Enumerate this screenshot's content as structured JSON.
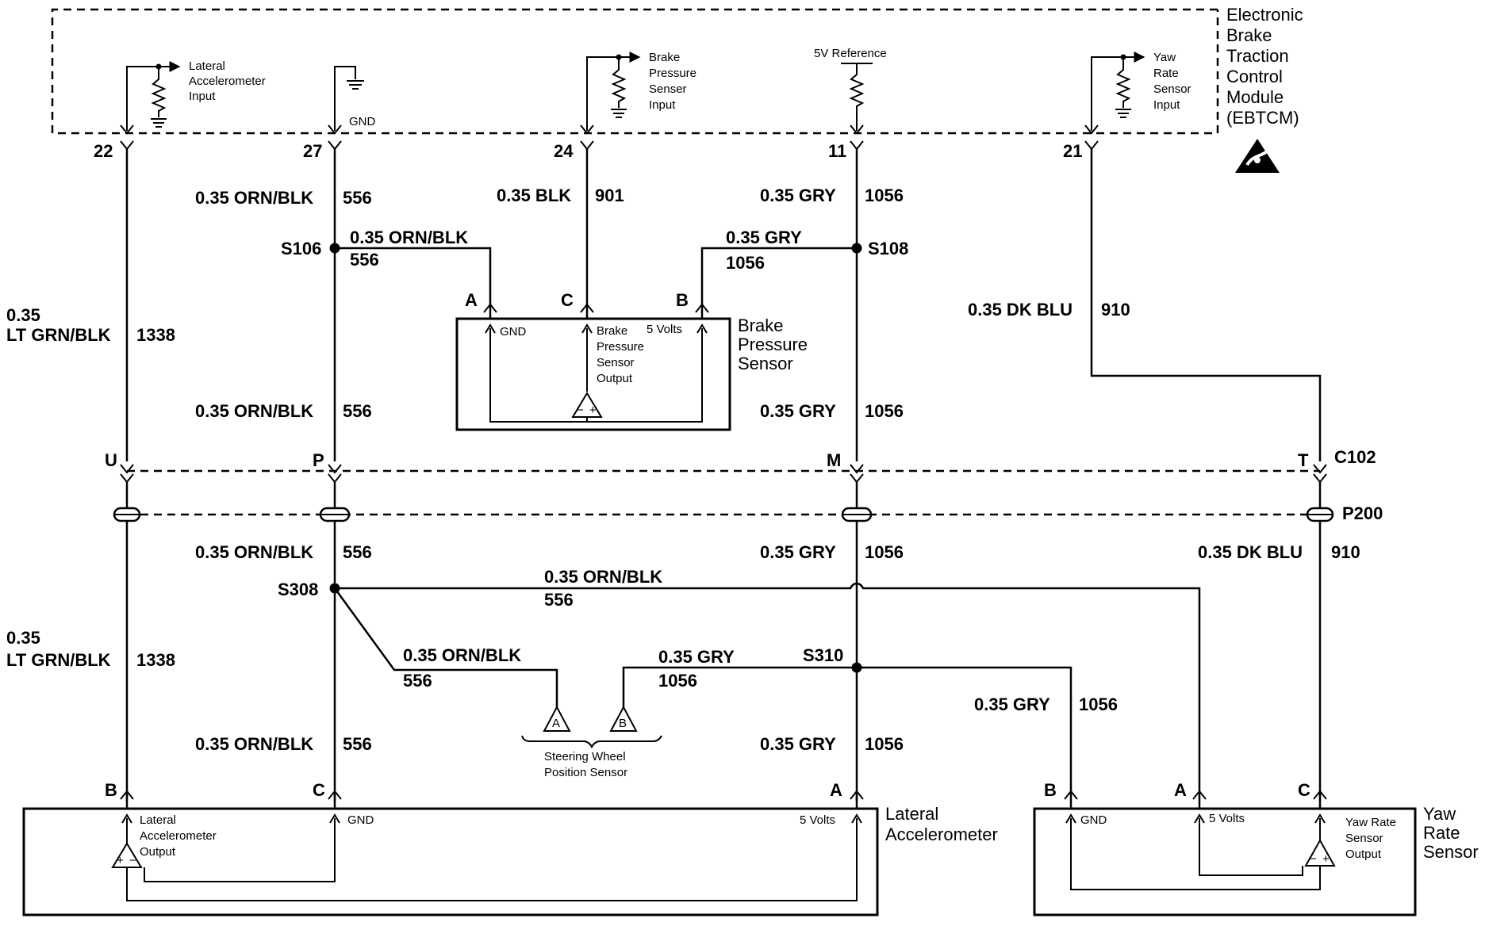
{
  "module": {
    "name_lines": [
      "Electronic",
      "Brake",
      "Traction",
      "Control",
      "Module",
      "(EBTCM)"
    ],
    "inputs": {
      "lateral": [
        "Lateral",
        "Accelerometer",
        "Input"
      ],
      "gnd": "GND",
      "brake_pressure": [
        "Brake",
        "Pressure",
        "Senser",
        "Input"
      ],
      "reference": "5V Reference",
      "yaw": [
        "Yaw",
        "Rate",
        "Sensor",
        "Input"
      ]
    },
    "pins": [
      "22",
      "27",
      "24",
      "11",
      "21"
    ]
  },
  "upper_wires": {
    "w27": [
      "0.35 ORN/BLK",
      "556"
    ],
    "w24": [
      "0.35 BLK",
      "901"
    ],
    "w11": [
      "0.35 GRY",
      "1056"
    ],
    "w22": [
      "0.35",
      "LT GRN/BLK",
      "1338"
    ],
    "w21": [
      "0.35 DK BLU",
      "910"
    ],
    "s106_branch": [
      "0.35 ORN/BLK",
      "556"
    ],
    "s108_branch": [
      "0.35 GRY",
      "1056"
    ],
    "w27_lower": [
      "0.35 ORN/BLK",
      "556"
    ],
    "w11_lower": [
      "0.35 GRY",
      "1056"
    ]
  },
  "splices": [
    "S106",
    "S108",
    "S308",
    "S310"
  ],
  "brake_sensor": {
    "pins": [
      "A",
      "C",
      "B"
    ],
    "gnd": "GND",
    "output": [
      "Brake",
      "Pressure",
      "Sensor",
      "Output"
    ],
    "volts": "5 Volts",
    "name": [
      "Brake",
      "Pressure",
      "Sensor"
    ]
  },
  "connectors": {
    "c102": "C102",
    "p200": "P200",
    "c102_pins": [
      "U",
      "P",
      "M",
      "T"
    ]
  },
  "lower_wires": {
    "w556": [
      "0.35 ORN/BLK",
      "556"
    ],
    "w1056": [
      "0.35 GRY",
      "1056"
    ],
    "w910": [
      "0.35 DK BLU",
      "910"
    ],
    "s308_yaw": [
      "0.35 ORN/BLK",
      "556"
    ],
    "s308_swps": [
      "0.35 ORN/BLK",
      "556"
    ],
    "s310_swps": [
      "0.35 GRY",
      "1056"
    ],
    "w1338": [
      "0.35",
      "LT GRN/BLK",
      "1338"
    ],
    "w556_bottom": [
      "0.35 ORN/BLK",
      "556"
    ],
    "w1056_bottom": [
      "0.35 GRY",
      "1056"
    ],
    "yaw_1056": [
      "0.35 GRY",
      "1056"
    ]
  },
  "steering_sensor": {
    "pins": [
      "A",
      "B"
    ],
    "name": [
      "Steering Wheel",
      "Position Sensor"
    ]
  },
  "lateral_accel": {
    "pins": [
      "B",
      "C",
      "A"
    ],
    "output": [
      "Lateral",
      "Accelerometer",
      "Output"
    ],
    "gnd": "GND",
    "volts": "5 Volts",
    "name": [
      "Lateral",
      "Accelerometer"
    ]
  },
  "yaw_sensor": {
    "pins": [
      "B",
      "A",
      "C"
    ],
    "gnd": "GND",
    "volts": "5 Volts",
    "output": [
      "Yaw Rate",
      "Sensor",
      "Output"
    ],
    "name": [
      "Yaw",
      "Rate",
      "Sensor"
    ]
  }
}
